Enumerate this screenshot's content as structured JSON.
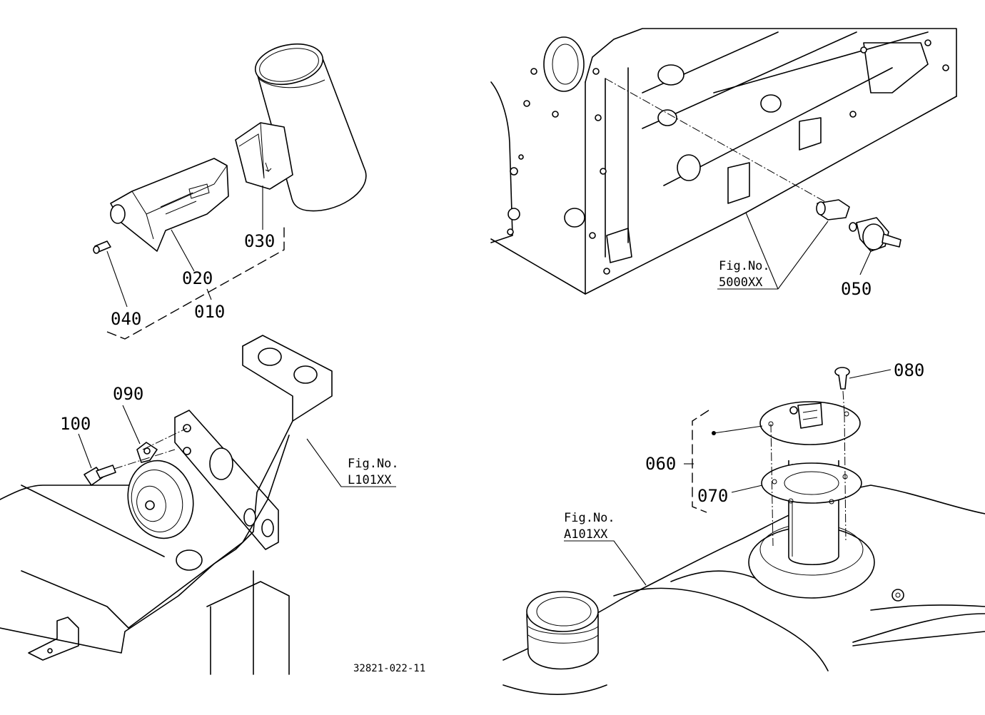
{
  "callouts": {
    "c010": "010",
    "c020": "020",
    "c030": "030",
    "c040": "040",
    "c050": "050",
    "c060": "060",
    "c070": "070",
    "c080": "080",
    "c090": "090",
    "c100": "100"
  },
  "figure_refs": {
    "engine_block": {
      "line1": "Fig.No.",
      "line2": "5000XX"
    },
    "frame": {
      "line1": "Fig.No.",
      "line2": "L101XX"
    },
    "fuel_tank": {
      "line1": "Fig.No.",
      "line2": "A101XX"
    }
  },
  "drawing_number": "32821-022-11"
}
